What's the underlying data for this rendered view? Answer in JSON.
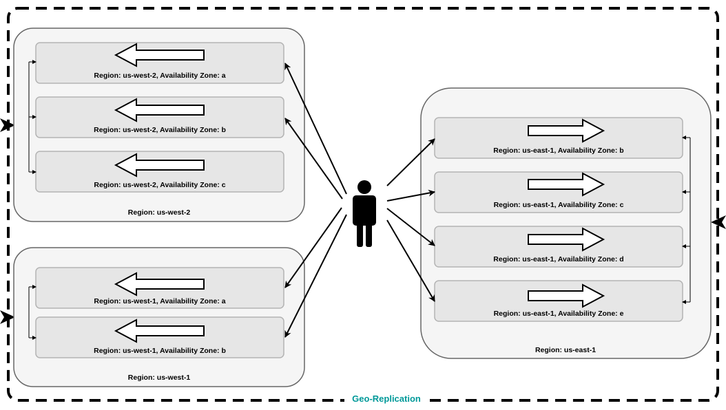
{
  "group_label": "Geo-Replication",
  "colors": {
    "region_fill": "#f5f5f5",
    "zone_fill": "#e6e6e6",
    "stroke": "#666666",
    "zone_stroke": "#b3b3b3",
    "label_color": "#009999"
  },
  "user_icon": "person-icon",
  "regions": {
    "us_west_2": {
      "label": "Region:  us-west-2",
      "zones": [
        "Region:  us-west-2, Availability Zone: a",
        "Region:  us-west-2, Availability Zone: b",
        "Region:  us-west-2, Availability Zone: c"
      ]
    },
    "us_west_1": {
      "label": "Region:  us-west-1",
      "zones": [
        "Region:  us-west-1, Availability Zone: a",
        "Region:  us-west-1, Availability Zone: b"
      ]
    },
    "us_east_1": {
      "label": "Region:  us-east-1",
      "zones": [
        "Region:  us-east-1, Availability Zone: b",
        "Region:  us-east-1, Availability Zone: c",
        "Region:  us-east-1, Availability Zone: d",
        "Region:  us-east-1, Availability Zone: e"
      ]
    }
  }
}
